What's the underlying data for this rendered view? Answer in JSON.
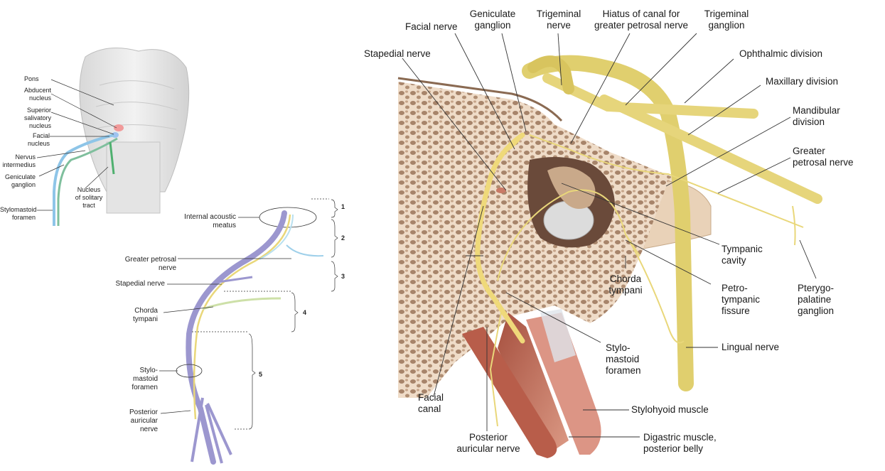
{
  "panel_a": {
    "labels": {
      "pons": "Pons",
      "abducent_nucleus": "Abducent\nnucleus",
      "superior_salivatory_nucleus": "Superior\nsalivatory\nnucleus",
      "facial_nucleus": "Facial\nnucleus",
      "nervus_intermedius": "Nervus\nintermedius",
      "geniculate_ganglion": "Geniculate\nganglion",
      "nucleus_solitary_tract": "Nucleus\nof solitary\ntract",
      "stylomastoid_foramen": "Stylomastoid\nforamen"
    }
  },
  "panel_b": {
    "labels": {
      "internal_acoustic_meatus": "Internal acoustic\nmeatus",
      "greater_petrosal_nerve": "Greater petrosal\nnerve",
      "stapedial_nerve": "Stapedial nerve",
      "chorda_tympani": "Chorda\ntympani",
      "stylomastoid_foramen": "Stylo-\nmastoid\nforamen",
      "posterior_auricular_nerve": "Posterior\nauricular\nnerve"
    },
    "segments": [
      "1",
      "2",
      "3",
      "4",
      "5"
    ]
  },
  "panel_c": {
    "labels": {
      "facial_nerve": "Facial nerve",
      "geniculate_ganglion": "Geniculate\nganglion",
      "trigeminal_nerve": "Trigeminal\nnerve",
      "hiatus": "Hiatus of canal for\ngreater petrosal nerve",
      "trigeminal_ganglion": "Trigeminal\nganglion",
      "stapedial_nerve": "Stapedial nerve",
      "ophthalmic_division": "Ophthalmic division",
      "maxillary_division": "Maxillary division",
      "mandibular_division": "Mandibular\ndivision",
      "greater_petrosal_nerve": "Greater\npetrosal nerve",
      "tympanic_cavity": "Tympanic\ncavity",
      "chorda_tympani": "Chorda\ntympani",
      "petrotympanic_fissure": "Petro-\ntympanic\nfissure",
      "pterygopalatine_ganglion": "Pterygo-\npalatine\nganglion",
      "stylomastoid_foramen": "Stylo-\nmastoid\nforamen",
      "lingual_nerve": "Lingual nerve",
      "facial_canal": "Facial\ncanal",
      "stylohyoid_muscle": "Stylohyoid muscle",
      "posterior_auricular_nerve": "Posterior\nauricular nerve",
      "digastric_muscle": "Digastric muscle,\nposterior belly"
    }
  },
  "colors": {
    "nerve_yellow": "#e9d77a",
    "facial_purple": "#9c97cf",
    "bone": "#e6cfb7",
    "muscle": "#c9786a"
  }
}
